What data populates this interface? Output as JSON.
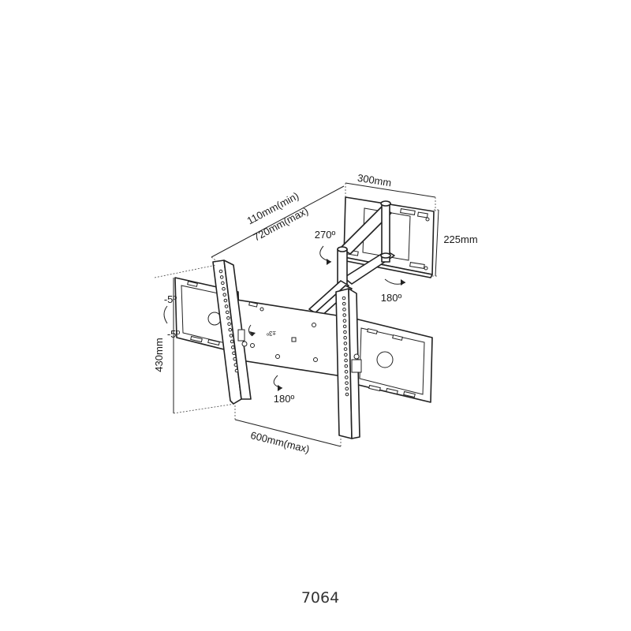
{
  "product": {
    "model_number": "7064"
  },
  "dimensions": {
    "wall_plate_width": "300mm",
    "wall_plate_height": "225mm",
    "arm_extension_min": "110mm(min)",
    "arm_extension_max": "720mm(max)",
    "vesa_height": "430mm",
    "vesa_width": "600mm(max)"
  },
  "angles": {
    "arm_swivel": "270º",
    "wall_swivel": "180º",
    "tv_swivel": "180º",
    "tilt_up": "-5º",
    "tilt_down": "-5º",
    "level_adjust": "±3º"
  },
  "colors": {
    "line": "#222222",
    "background": "#ffffff"
  }
}
